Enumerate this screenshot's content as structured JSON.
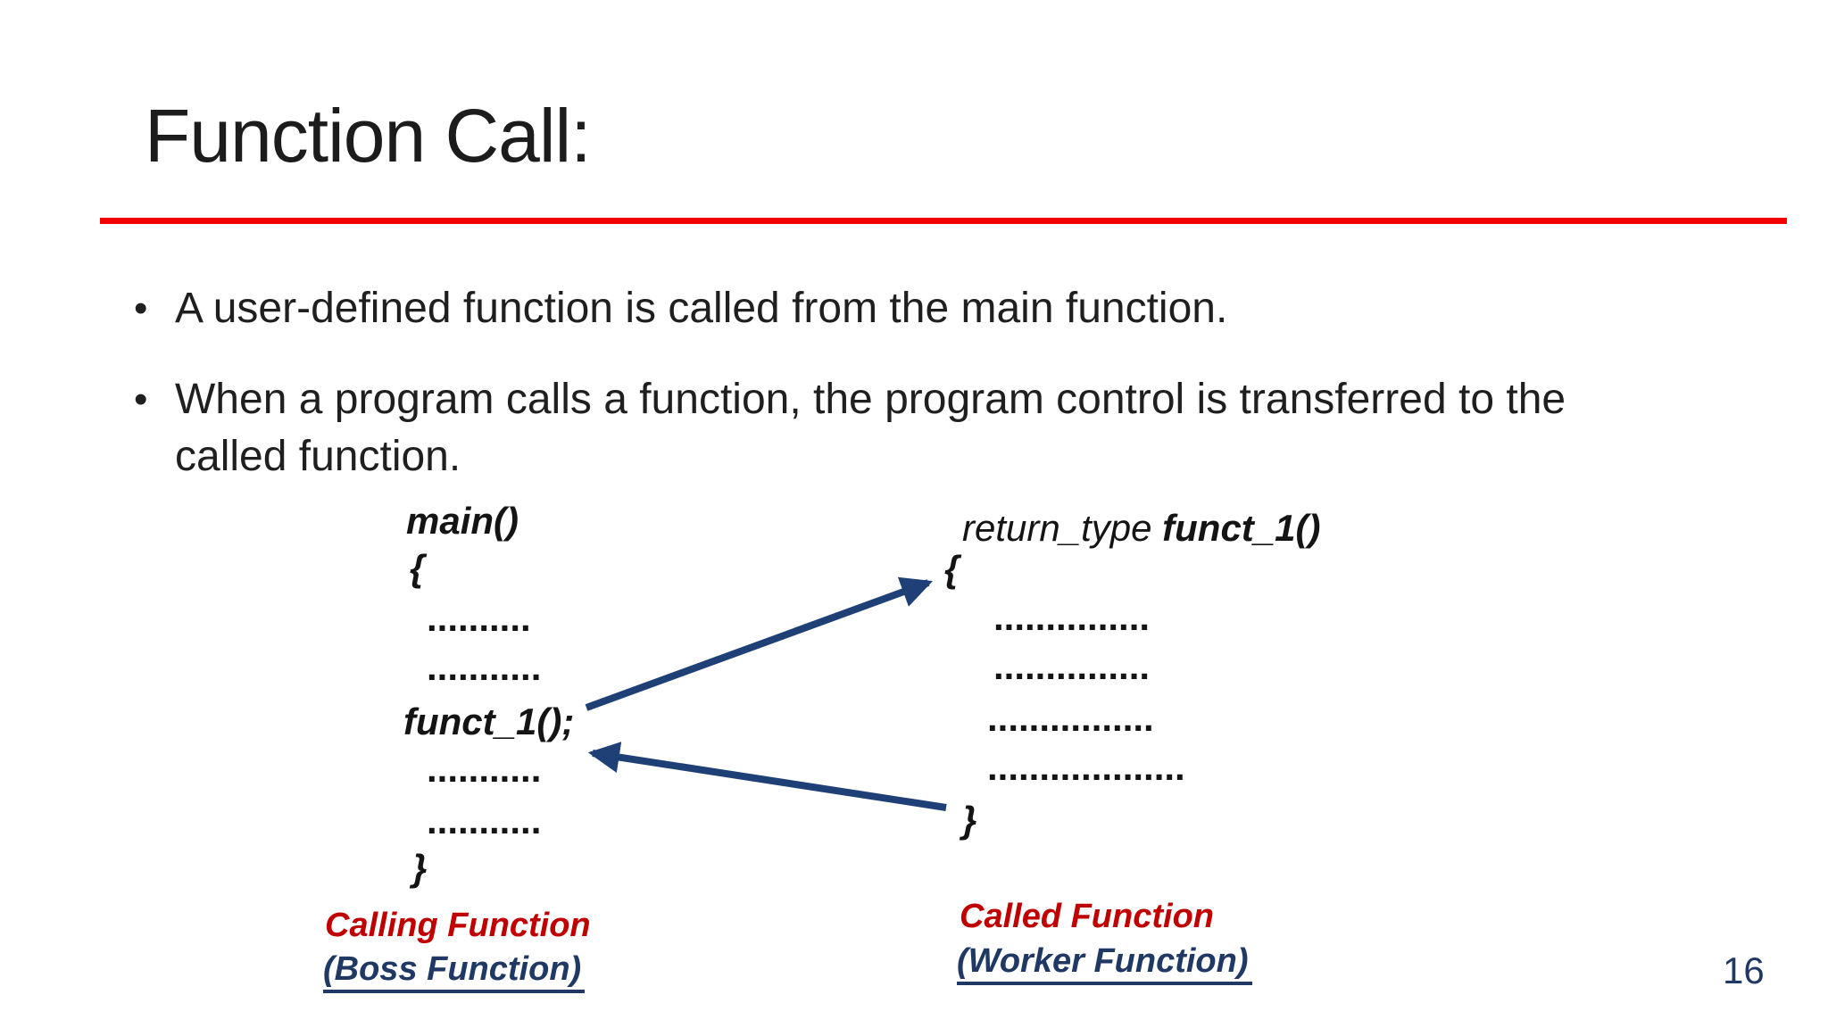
{
  "slide": {
    "title": "Function Call:",
    "page_number": "16",
    "bullet_glyph": "•",
    "bullets": [
      "A user-defined function is called from the main function.",
      "When a program calls a function, the program control is transferred to the called function."
    ],
    "diagram": {
      "left_block": {
        "lines": {
          "main": "main()",
          "open_brace": "{",
          "dots1": "..........",
          "dots2": "...........",
          "call": "funct_1();",
          "dots3": "...........",
          "dots4": "...........",
          "close_brace": "}"
        },
        "caption_line1": "Calling Function",
        "caption_line2": "(Boss Function)"
      },
      "right_block": {
        "header_regular": "return_type ",
        "header_bold": "funct_1()",
        "lines": {
          "open_brace": "{",
          "dots1": "...............",
          "dots2": "...............",
          "dots3": "................",
          "dots4": "...................",
          "close_brace": "}"
        },
        "caption_line1": "Called Function",
        "caption_line2": "(Worker Function)"
      }
    },
    "colors": {
      "title_rule_red": "#f30000",
      "caption_red": "#c00000",
      "navy": "#1f3864",
      "arrow_navy": "#1e4077"
    }
  }
}
